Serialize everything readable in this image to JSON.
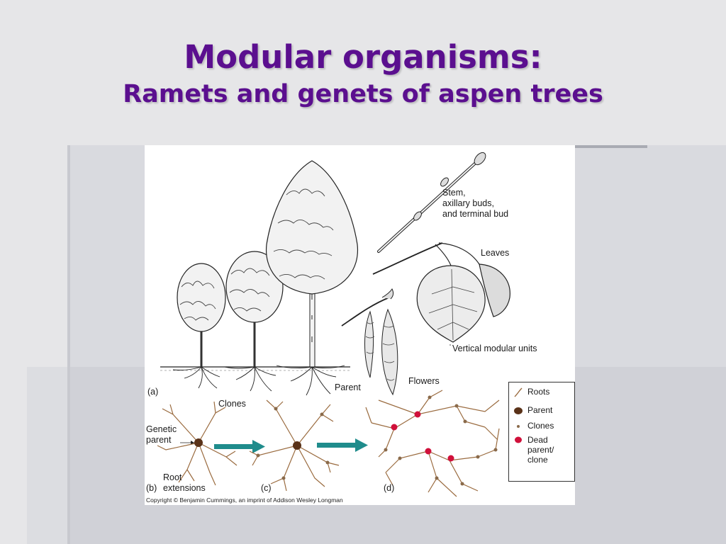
{
  "slide": {
    "title": "Modular organisms:",
    "subtitle": "Ramets and genets of aspen trees"
  },
  "figure": {
    "labels": {
      "stem": "Stem,\naxillary buds,\nand terminal bud",
      "leaves": "Leaves",
      "vertical_units": "Vertical modular units",
      "flowers": "Flowers",
      "parent": "Parent",
      "clones": "Clones",
      "panel_a": "(a)",
      "panel_b": "(b)",
      "panel_c": "(c)",
      "panel_d": "(d)",
      "genetic_parent": "Genetic\nparent",
      "root_extensions": "Root\nextensions"
    },
    "legend": {
      "roots": "Roots",
      "parent": "Parent",
      "clones": "Clones",
      "dead": "Dead\nparent/\nclone"
    },
    "copyright": "Copyright © Benjamin Cummings, an imprint of Addison Wesley Longman"
  },
  "colors": {
    "title": "#5b0f8f",
    "root": "#9a6b3f",
    "parent_dot": "#5a3218",
    "clone_dot": "#8a6a4a",
    "dead_dot": "#d0103a",
    "arrow": "#1f8c8c"
  }
}
